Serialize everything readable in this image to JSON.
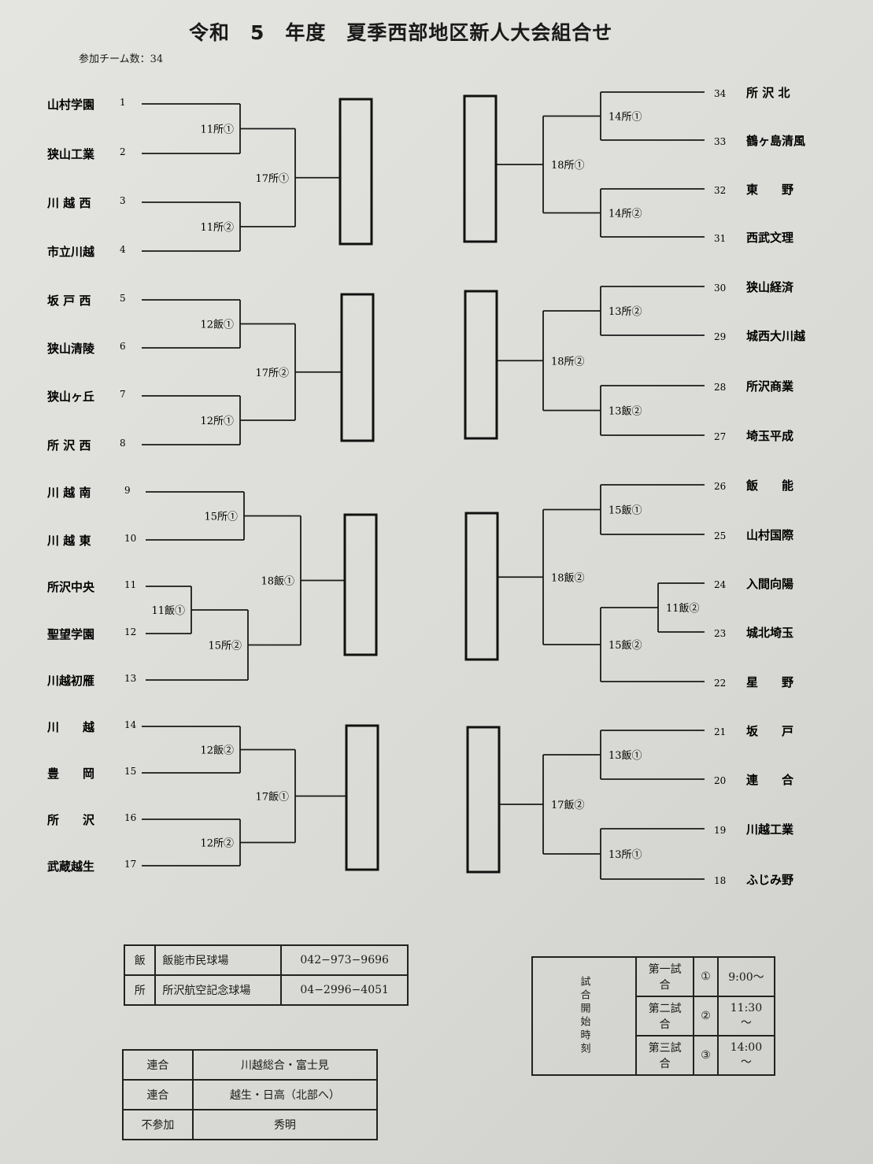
{
  "title": "令和　5　年度　夏季西部地区新人大会組合せ",
  "team_count": "参加チーム数：34",
  "left_teams": [
    {
      "num": "1",
      "name": "山村学園"
    },
    {
      "num": "2",
      "name": "狭山工業"
    },
    {
      "num": "3",
      "name": "川 越 西"
    },
    {
      "num": "4",
      "name": "市立川越"
    },
    {
      "num": "5",
      "name": "坂 戸 西"
    },
    {
      "num": "6",
      "name": "狭山清陵"
    },
    {
      "num": "7",
      "name": "狭山ヶ丘"
    },
    {
      "num": "8",
      "name": "所 沢 西"
    },
    {
      "num": "9",
      "name": "川 越 南"
    },
    {
      "num": "10",
      "name": "川 越 東"
    },
    {
      "num": "11",
      "name": "所沢中央"
    },
    {
      "num": "12",
      "name": "聖望学園"
    },
    {
      "num": "13",
      "name": "川越初雁"
    },
    {
      "num": "14",
      "name": "川　　越"
    },
    {
      "num": "15",
      "name": "豊　　岡"
    },
    {
      "num": "16",
      "name": "所　　沢"
    },
    {
      "num": "17",
      "name": "武蔵越生"
    }
  ],
  "right_teams": [
    {
      "num": "34",
      "name": "所 沢 北"
    },
    {
      "num": "33",
      "name": "鶴ヶ島清風"
    },
    {
      "num": "32",
      "name": "東　　野"
    },
    {
      "num": "31",
      "name": "西武文理"
    },
    {
      "num": "30",
      "name": "狭山経済"
    },
    {
      "num": "29",
      "name": "城西大川越"
    },
    {
      "num": "28",
      "name": "所沢商業"
    },
    {
      "num": "27",
      "name": "埼玉平成"
    },
    {
      "num": "26",
      "name": "飯　　能"
    },
    {
      "num": "25",
      "name": "山村国際"
    },
    {
      "num": "24",
      "name": "入間向陽"
    },
    {
      "num": "23",
      "name": "城北埼玉"
    },
    {
      "num": "22",
      "name": "星　　野"
    },
    {
      "num": "21",
      "name": "坂　　戸"
    },
    {
      "num": "20",
      "name": "連　　合"
    },
    {
      "num": "19",
      "name": "川越工業"
    },
    {
      "num": "18",
      "name": "ふじみ野"
    }
  ],
  "left_matches": [
    "11所①",
    "11所②",
    "17所①",
    "12飯①",
    "12所①",
    "17所②",
    "15所①",
    "11飯①",
    "15所②",
    "18飯①",
    "12飯②",
    "12所②",
    "17飯①"
  ],
  "right_matches": [
    "14所①",
    "14所②",
    "18所①",
    "13所②",
    "13飯②",
    "18所②",
    "15飯①",
    "11飯②",
    "15飯②",
    "18飯②",
    "13飯①",
    "13所①",
    "17飯②"
  ],
  "venues": [
    {
      "abbr": "飯",
      "name": "飯能市民球場",
      "phone": "042−973−9696"
    },
    {
      "abbr": "所",
      "name": "所沢航空記念球場",
      "phone": "04−2996−4051"
    }
  ],
  "times": {
    "header": "試合開始時刻",
    "rows": [
      {
        "game": "第一試合",
        "mark": "①",
        "time": "9:00～"
      },
      {
        "game": "第二試合",
        "mark": "②",
        "time": "11:30～"
      },
      {
        "game": "第三試合",
        "mark": "③",
        "time": "14:00～"
      }
    ]
  },
  "notes": [
    {
      "type": "連合",
      "detail": "川越総合・富士見"
    },
    {
      "type": "連合",
      "detail": "越生・日高（北部へ）"
    },
    {
      "type": "不参加",
      "detail": "秀明"
    }
  ]
}
